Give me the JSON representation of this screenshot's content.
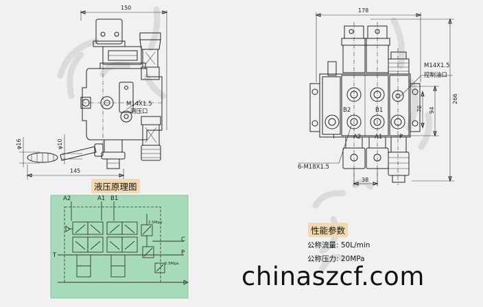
{
  "front_view": {
    "dim_width": "150",
    "dim_height_left": "145",
    "dim_phi16": "φ16",
    "dim_phi10": "φ10",
    "port_thread": "M14X1.5",
    "port_name": "测压口"
  },
  "side_view": {
    "dim_width": "178",
    "dim_height": "266",
    "dim_94": "94",
    "dim_70": "70",
    "dim_38": "38",
    "bolt_note": "6-M18X1.5",
    "port_thread": "M14X1.5",
    "port_name": "控制油口",
    "ports": {
      "b2": "B2",
      "b1": "B1",
      "t": "T",
      "a2": "A2",
      "a1": "A1",
      "p": "P"
    }
  },
  "schematic": {
    "title": "液压原理图",
    "bg_color": "#a7dbb9",
    "labels": {
      "a2": "A2",
      "a1": "A1",
      "b1": "B1",
      "t": "T",
      "c": "C",
      "p": "P",
      "relief1": "2.5Mpa",
      "relief2": "2.5Mpa"
    }
  },
  "performance": {
    "title": "性能参数",
    "flow": "公称流量: 50L/min",
    "pressure": "公称压力: 20MPa"
  },
  "watermark": "chinaszcf.com"
}
